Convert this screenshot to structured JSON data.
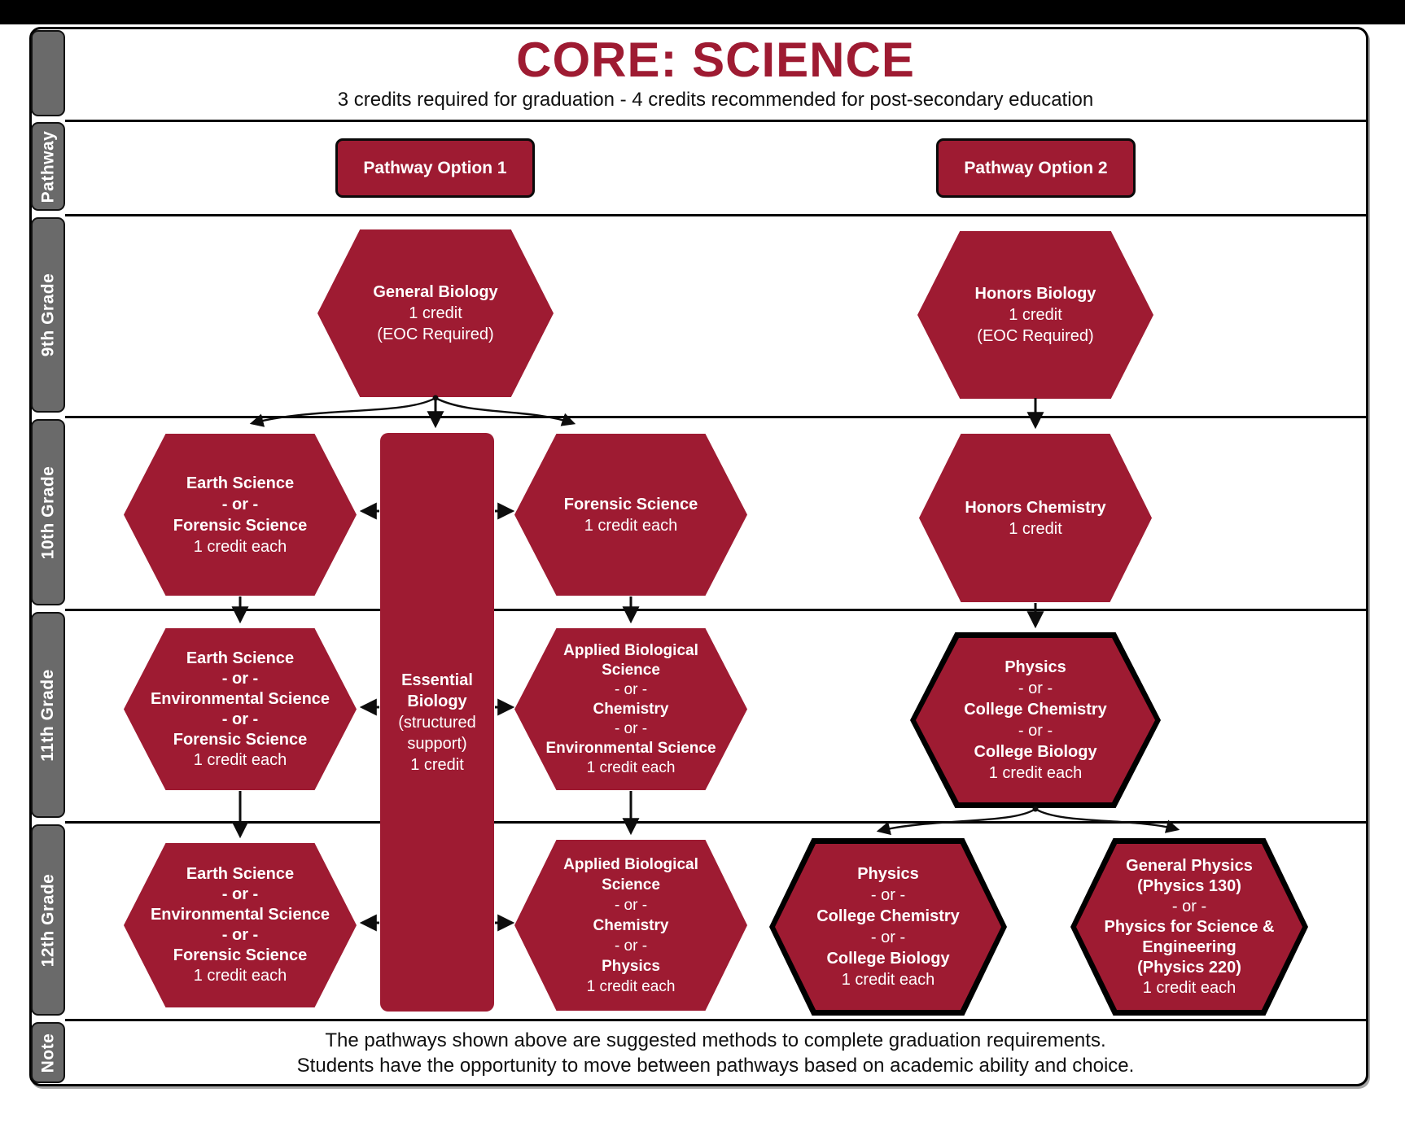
{
  "header": {
    "title": "CORE: SCIENCE",
    "subtitle": "3 credits required for graduation - 4 credits recommended for post-secondary education"
  },
  "sidebar": {
    "labels": [
      "Pathway",
      "9th Grade",
      "10th Grade",
      "11th Grade",
      "12th Grade",
      "Note"
    ]
  },
  "pathway_buttons": [
    {
      "id": "pathway-option-1",
      "label": "Pathway Option 1"
    },
    {
      "id": "pathway-option-2",
      "label": "Pathway Option 2"
    }
  ],
  "nodes": [
    {
      "id": "general-biology",
      "lines": [
        {
          "t": "General Biology",
          "b": true
        },
        {
          "t": "1 credit",
          "b": false
        },
        {
          "t": "(EOC Required)",
          "b": false
        }
      ]
    },
    {
      "id": "honors-biology",
      "lines": [
        {
          "t": "Honors Biology",
          "b": true
        },
        {
          "t": "1 credit",
          "b": false
        },
        {
          "t": "(EOC Required)",
          "b": false
        }
      ]
    },
    {
      "id": "earth-or-forensic-10th",
      "lines": [
        {
          "t": "Earth Science",
          "b": true
        },
        {
          "t": "- or -",
          "b": true
        },
        {
          "t": "Forensic Science",
          "b": true
        },
        {
          "t": "1 credit each",
          "b": false
        }
      ]
    },
    {
      "id": "essential-biology",
      "lines": [
        {
          "t": "Essential",
          "b": true
        },
        {
          "t": "Biology",
          "b": true
        },
        {
          "t": "(structured",
          "b": false
        },
        {
          "t": "support)",
          "b": false
        },
        {
          "t": "1 credit",
          "b": false
        }
      ]
    },
    {
      "id": "forensic-science-10th",
      "lines": [
        {
          "t": "Forensic Science",
          "b": true
        },
        {
          "t": "1 credit each",
          "b": false
        }
      ]
    },
    {
      "id": "honors-chemistry",
      "lines": [
        {
          "t": "Honors Chemistry",
          "b": true
        },
        {
          "t": "1 credit",
          "b": false
        }
      ]
    },
    {
      "id": "earth-env-forensic-11th",
      "lines": [
        {
          "t": "Earth Science",
          "b": true
        },
        {
          "t": "- or -",
          "b": true
        },
        {
          "t": "Environmental Science",
          "b": true
        },
        {
          "t": "- or -",
          "b": true
        },
        {
          "t": "Forensic Science",
          "b": true
        },
        {
          "t": "1 credit each",
          "b": false
        }
      ]
    },
    {
      "id": "applied-bio-chem-env-11th",
      "lines": [
        {
          "t": "Applied Biological",
          "b": true
        },
        {
          "t": "Science",
          "b": true
        },
        {
          "t": "- or -",
          "b": false
        },
        {
          "t": "Chemistry",
          "b": true
        },
        {
          "t": "- or -",
          "b": false
        },
        {
          "t": "Environmental Science",
          "b": true
        },
        {
          "t": "1 credit each",
          "b": false
        }
      ]
    },
    {
      "id": "physics-college-chem-bio-11th",
      "lines": [
        {
          "t": "Physics",
          "b": true
        },
        {
          "t": "- or -",
          "b": false
        },
        {
          "t": "College Chemistry",
          "b": true
        },
        {
          "t": "- or -",
          "b": false
        },
        {
          "t": "College Biology",
          "b": true
        },
        {
          "t": "1 credit each",
          "b": false
        }
      ]
    },
    {
      "id": "earth-env-forensic-12th",
      "lines": [
        {
          "t": "Earth Science",
          "b": true
        },
        {
          "t": "- or -",
          "b": true
        },
        {
          "t": "Environmental Science",
          "b": true
        },
        {
          "t": "- or -",
          "b": true
        },
        {
          "t": "Forensic Science",
          "b": true
        },
        {
          "t": "1 credit each",
          "b": false
        }
      ]
    },
    {
      "id": "applied-bio-chem-physics-12th",
      "lines": [
        {
          "t": "Applied Biological",
          "b": true
        },
        {
          "t": "Science",
          "b": true
        },
        {
          "t": "- or -",
          "b": false
        },
        {
          "t": "Chemistry",
          "b": true
        },
        {
          "t": "- or -",
          "b": false
        },
        {
          "t": "Physics",
          "b": true
        },
        {
          "t": "1 credit each",
          "b": false
        }
      ]
    },
    {
      "id": "physics-college-chem-bio-12th",
      "lines": [
        {
          "t": "Physics",
          "b": true
        },
        {
          "t": "- or -",
          "b": false
        },
        {
          "t": "College Chemistry",
          "b": true
        },
        {
          "t": "- or -",
          "b": false
        },
        {
          "t": "College Biology",
          "b": true
        },
        {
          "t": "1 credit each",
          "b": false
        }
      ]
    },
    {
      "id": "general-physics-12th",
      "lines": [
        {
          "t": "General Physics",
          "b": true
        },
        {
          "t": "(Physics 130)",
          "b": true
        },
        {
          "t": "- or -",
          "b": false
        },
        {
          "t": "Physics for Science &",
          "b": true
        },
        {
          "t": "Engineering",
          "b": true
        },
        {
          "t": "(Physics 220)",
          "b": true
        },
        {
          "t": "1 credit each",
          "b": false
        }
      ]
    }
  ],
  "note": {
    "lines": [
      "The pathways shown above are suggested methods to complete graduation requirements.",
      "Students have the opportunity to move between pathways based on academic ability and choice."
    ]
  },
  "colors": {
    "node_red": "#9E1B32",
    "sidebar_gray": "#6A6A6A",
    "title_red": "#9E1B32",
    "line_black": "#000000"
  }
}
